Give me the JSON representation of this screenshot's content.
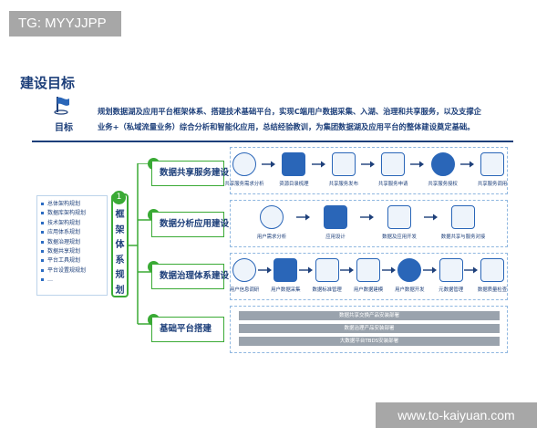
{
  "watermarks": {
    "top_left": "TG: MYYJJPP",
    "bottom_right": "www.to-kaiyuan.com"
  },
  "header": {
    "title": "建设目标",
    "goal_label": "目标",
    "goal_line1": "规划数据湖及应用平台框架体系、搭建技术基础平台，实现C端用户数据采集、入湖、治理和共享服务，以及支撑企",
    "goal_line2": "业务+（私域流量业务）综合分析和智能化应用，总结经验教训，为集团数据湖及应用平台的整体建设奠定基础。"
  },
  "framework": {
    "number": "1",
    "label": "框架体系规划",
    "items": [
      "总体架构规划",
      "数据库架构规划",
      "技术架构规划",
      "应用体系规划",
      "数据治理规划",
      "数据共享规划",
      "平台工具规划",
      "平台设置规规划",
      "…"
    ]
  },
  "layers": [
    {
      "number": "5",
      "label": "数据共享服务建设",
      "steps": [
        "共享服务需求分析",
        "资源目录梳理",
        "共享服务发布",
        "共享服务申请",
        "共享服务授权",
        "共享服务调用"
      ],
      "icons": [
        "people-icon",
        "list-icon",
        "cube-icon",
        "shield-icon",
        "stamp-icon",
        "globe-icon"
      ]
    },
    {
      "number": "4",
      "label": "数据分析应用建设",
      "steps": [
        "用户需求分析",
        "应用设计",
        "数据及应用开发",
        "数据共享与服务对接"
      ],
      "icons": [
        "document-check-icon",
        "presentation-icon",
        "cloud-gear-icon",
        "cube-share-icon"
      ]
    },
    {
      "number": "3",
      "label": "数据治理体系建设",
      "steps": [
        "用户信息调研",
        "用户数据采集",
        "数据标准管理",
        "用户数据建模",
        "用户数据开发",
        "元数据管理",
        "数据质量检查"
      ],
      "icons": [
        "survey-icon",
        "data-icon",
        "table-icon",
        "hierarchy-icon",
        "code-icon",
        "network-icon",
        "database-check-icon"
      ]
    },
    {
      "number": "2",
      "label": "基础平台搭建",
      "bars": [
        "数据共享交换产品安装部署",
        "数据治理产品安装部署",
        "大数据平台TBDS安装部署"
      ]
    }
  ],
  "colors": {
    "accent_green": "#3aaa35",
    "navy": "#1d3f7a",
    "blue": "#2a66b8",
    "bar_gray": "#9aa3ad"
  }
}
